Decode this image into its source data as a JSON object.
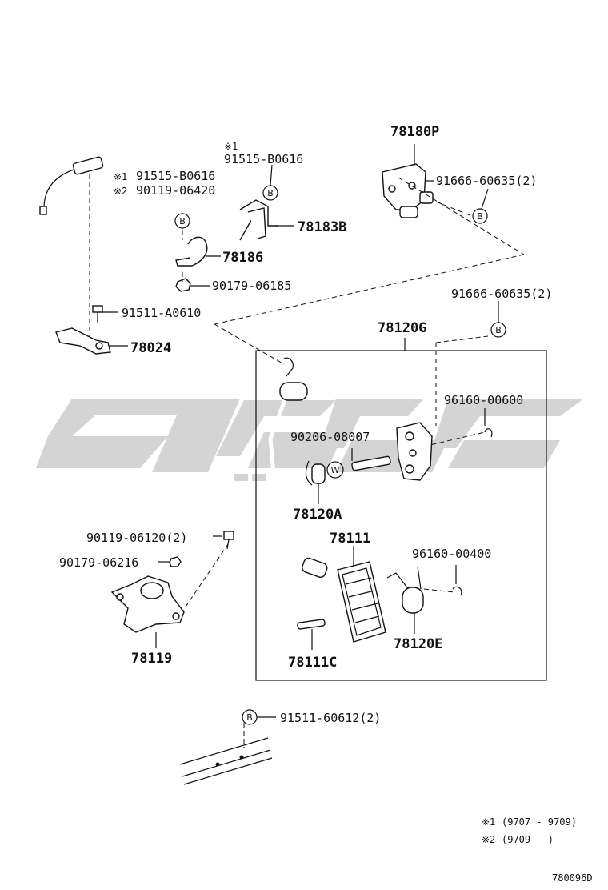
{
  "diagram": {
    "watermark_color": "#d4d4d4",
    "parts": {
      "p78180P": "78180P",
      "p91666_top": "91666-60635(2)",
      "p91515": "91515-B0616",
      "p91515_mark": "※1",
      "p78183B": "78183B",
      "p91515_ref1": "91515-B0616",
      "p91515_ref1_mark": "※1",
      "p90119_ref2": "90119-06420",
      "p90119_ref2_mark": "※2",
      "p78186": "78186",
      "p90179_06185": "90179-06185",
      "p91511_A0610": "91511-A0610",
      "p78024": "78024",
      "p91666_mid": "91666-60635(2)",
      "p78120G": "78120G",
      "p96160_00600": "96160-00600",
      "p90206": "90206-08007",
      "p78120A": "78120A",
      "p78111": "78111",
      "p96160_00400": "96160-00400",
      "p90119_06120": "90119-06120(2)",
      "p90179_06216": "90179-06216",
      "p78119": "78119",
      "p78120E": "78120E",
      "p78111C": "78111C",
      "p91511_60612": "91511-60612(2)"
    },
    "markers": {
      "b": "B",
      "w": "W"
    },
    "notes": {
      "n1_mark": "※1",
      "n1_text": "(9707 - 9709)",
      "n2_mark": "※2",
      "n2_text": "(9709 -     )"
    },
    "figure_id": "780096D"
  }
}
